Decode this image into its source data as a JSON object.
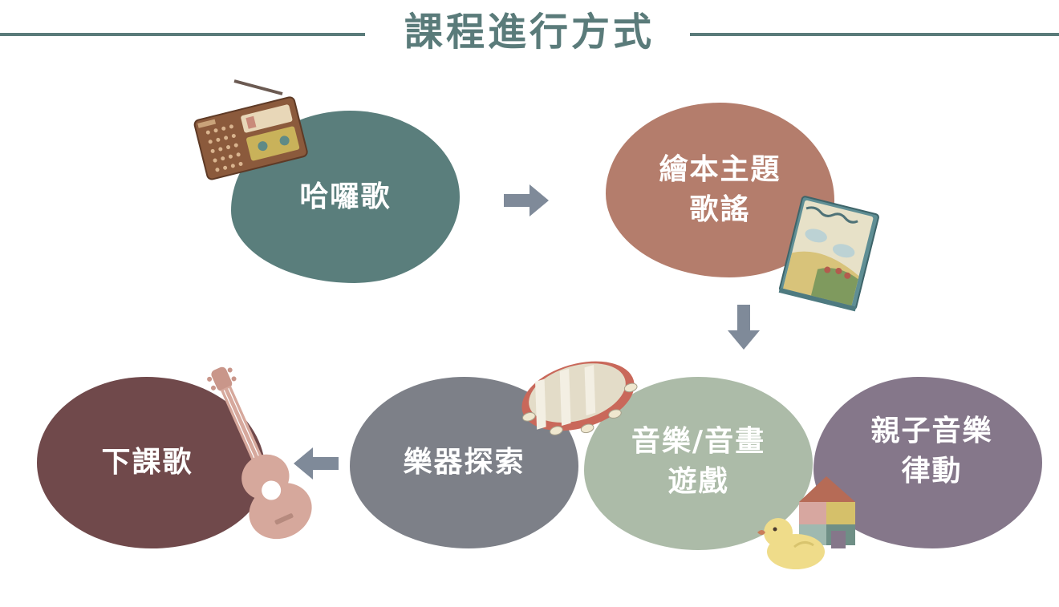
{
  "title": "課程進行方式",
  "colors": {
    "title": "#5a7b7a",
    "arrow": "#7f8a99",
    "step1": "#5a7e7c",
    "step2": "#b47d6c",
    "step3": "#acbba8",
    "step4": "#7d8088",
    "step5": "#70494b",
    "step6": "#85778a"
  },
  "steps": [
    {
      "id": "hello-song",
      "lines": [
        "哈囉歌"
      ]
    },
    {
      "id": "picture-book-song",
      "lines": [
        "繪本主題",
        "歌謠"
      ]
    },
    {
      "id": "music-art-game",
      "lines": [
        "音樂/音畫",
        "遊戲"
      ]
    },
    {
      "id": "instrument-exploration",
      "lines": [
        "樂器探索"
      ]
    },
    {
      "id": "goodbye-song",
      "lines": [
        "下課歌"
      ]
    },
    {
      "id": "parent-child-movement",
      "lines": [
        "親子音樂",
        "律動"
      ]
    }
  ],
  "icons": [
    "radio-icon",
    "picture-book-icon",
    "tambourine-icon",
    "guitar-icon",
    "toy-house-icon",
    "rubber-duck-icon"
  ]
}
